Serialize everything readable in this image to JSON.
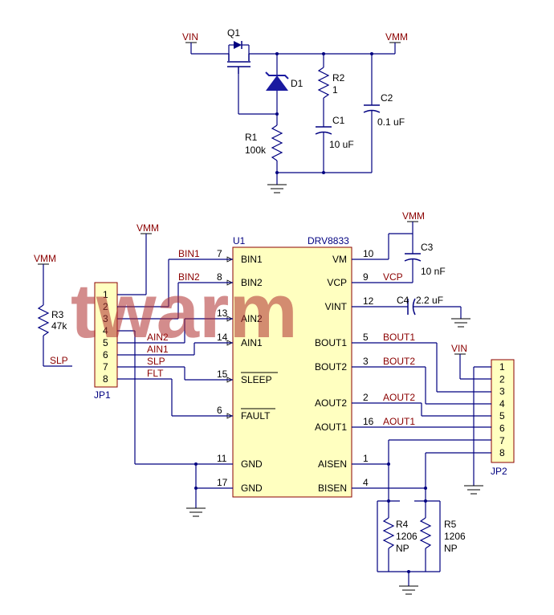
{
  "top": {
    "vin": "VIN",
    "vmm": "VMM",
    "q1": "Q1",
    "d1": "D1",
    "r2": "R2",
    "r2_val": "1",
    "c2": "C2",
    "c2_val": "0.1 uF",
    "c1": "C1",
    "c1_val": "10 uF",
    "r1": "R1",
    "r1_val": "100k"
  },
  "ic": {
    "ref": "U1",
    "part": "DRV8833",
    "left_pins": [
      {
        "num": "7",
        "name": "BIN1",
        "net": "BIN1"
      },
      {
        "num": "8",
        "name": "BIN2",
        "net": "BIN2"
      },
      {
        "num": "13",
        "name": "AIN2",
        "net": ""
      },
      {
        "num": "14",
        "name": "AIN1",
        "net": ""
      },
      {
        "num": "15",
        "name": "SLEEP",
        "net": ""
      },
      {
        "num": "6",
        "name": "FAULT",
        "net": ""
      },
      {
        "num": "11",
        "name": "GND",
        "net": ""
      },
      {
        "num": "17",
        "name": "GND",
        "net": ""
      }
    ],
    "right_pins": [
      {
        "num": "10",
        "name": "VM",
        "net": ""
      },
      {
        "num": "9",
        "name": "VCP",
        "net": "VCP"
      },
      {
        "num": "12",
        "name": "VINT",
        "net": ""
      },
      {
        "num": "5",
        "name": "BOUT1",
        "net": "BOUT1"
      },
      {
        "num": "3",
        "name": "BOUT2",
        "net": "BOUT2"
      },
      {
        "num": "2",
        "name": "AOUT2",
        "net": "AOUT2"
      },
      {
        "num": "16",
        "name": "AOUT1",
        "net": "AOUT1"
      },
      {
        "num": "1",
        "name": "AISEN",
        "net": ""
      },
      {
        "num": "4",
        "name": "BISEN",
        "net": ""
      }
    ]
  },
  "jp1": {
    "ref": "JP1",
    "pins": [
      "1",
      "2",
      "3",
      "4",
      "5",
      "6",
      "7",
      "8"
    ],
    "nets": {
      "ain2": "AIN2",
      "ain1": "AIN1",
      "slp": "SLP",
      "flt": "FLT"
    }
  },
  "jp2": {
    "ref": "JP2",
    "pins": [
      "1",
      "2",
      "3",
      "4",
      "5",
      "6",
      "7",
      "8"
    ]
  },
  "labels": {
    "vmm_left": "VMM",
    "vmm_mid": "VMM",
    "vmm_right": "VMM",
    "vin_right": "VIN",
    "r3": "R3",
    "r3_val": "47k",
    "slp": "SLP",
    "c3": "C3",
    "c3_val": "10 nF",
    "c4": "C4",
    "c4_val": "2.2 uF",
    "r4": "R4",
    "r4_v1": "1206",
    "r4_v2": "NP",
    "r5": "R5",
    "r5_v1": "1206",
    "r5_v2": "NP"
  },
  "watermark": "twarm",
  "colors": {
    "wire": "#000080",
    "net_label": "#8b0000",
    "ic_fill": "#ffffc0",
    "diode": "#1a1aa0"
  }
}
